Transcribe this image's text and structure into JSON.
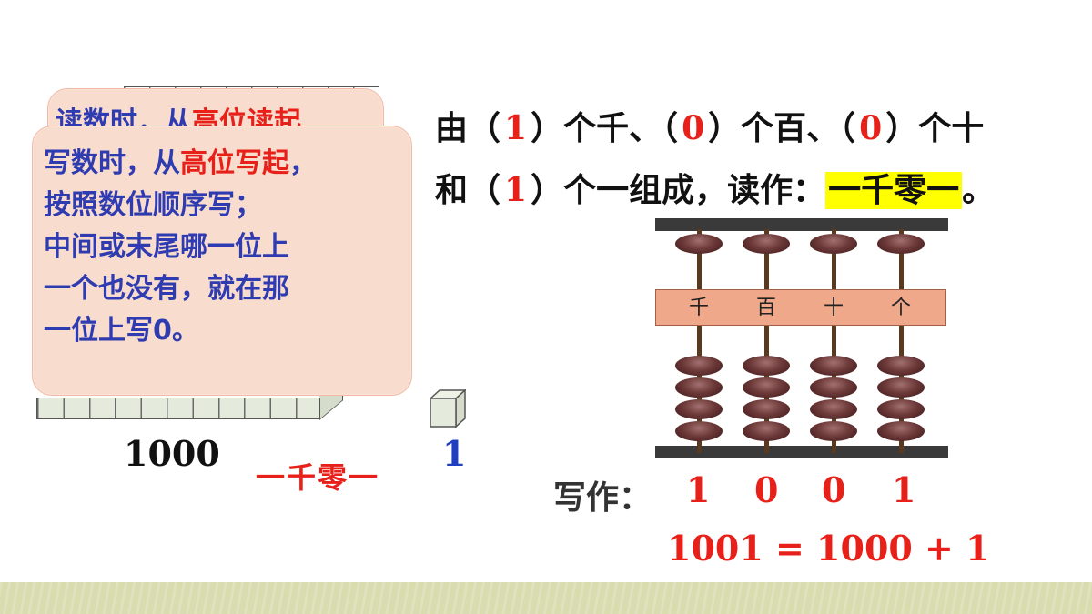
{
  "read_rule": {
    "prefix": "读数时，从",
    "highlight": "高位读起"
  },
  "write_rule": {
    "prefix": "写数时，从",
    "highlight": "高位写起",
    "suffix": "，",
    "lines": [
      "按照数位顺序写；",
      "中间或末尾哪一位上",
      "一个也没有，就在那",
      "一位上写0。"
    ]
  },
  "labels": {
    "thousand": "1000",
    "one": "1",
    "reading_red": "一千零一"
  },
  "sentence": {
    "line1": {
      "a": "由（",
      "n1": "1",
      "b": "）个千、（",
      "n2": "0",
      "c": "）个百、（",
      "n3": "0",
      "d": "）个十"
    },
    "line2": {
      "a": "和（",
      "n4": "1",
      "b": "）个一组成，读作：",
      "answer": "一千零一",
      "end": "。"
    }
  },
  "abacus": {
    "places": [
      "千",
      "百",
      "十",
      "个"
    ],
    "top_beads": [
      1,
      1,
      1,
      1
    ],
    "bottom_beads": [
      4,
      4,
      4,
      4
    ]
  },
  "written": {
    "label": "写作：",
    "digits": [
      "1",
      "0",
      "0",
      "1"
    ],
    "equation": "1001 = 1000 + 1"
  },
  "colors": {
    "accent_red": "#e8201a",
    "blue_text": "#2f3bb0",
    "highlight_yellow": "#ffff00",
    "bubble_pink": "#f8dccd"
  }
}
